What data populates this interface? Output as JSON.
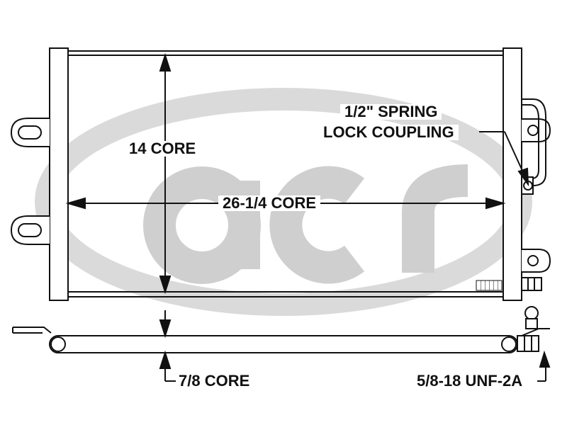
{
  "logo": {
    "text": "acr"
  },
  "labels": {
    "height": "14 CORE",
    "width": "26-1/4 CORE",
    "thickness": "7/8 CORE",
    "coupling_line1": "1/2\" SPRING",
    "coupling_line2": "LOCK COUPLING",
    "fitting": "5/8-18 UNF-2A"
  },
  "colors": {
    "line": "#111111",
    "watermark": "#d9d9d9",
    "background": "#ffffff"
  }
}
